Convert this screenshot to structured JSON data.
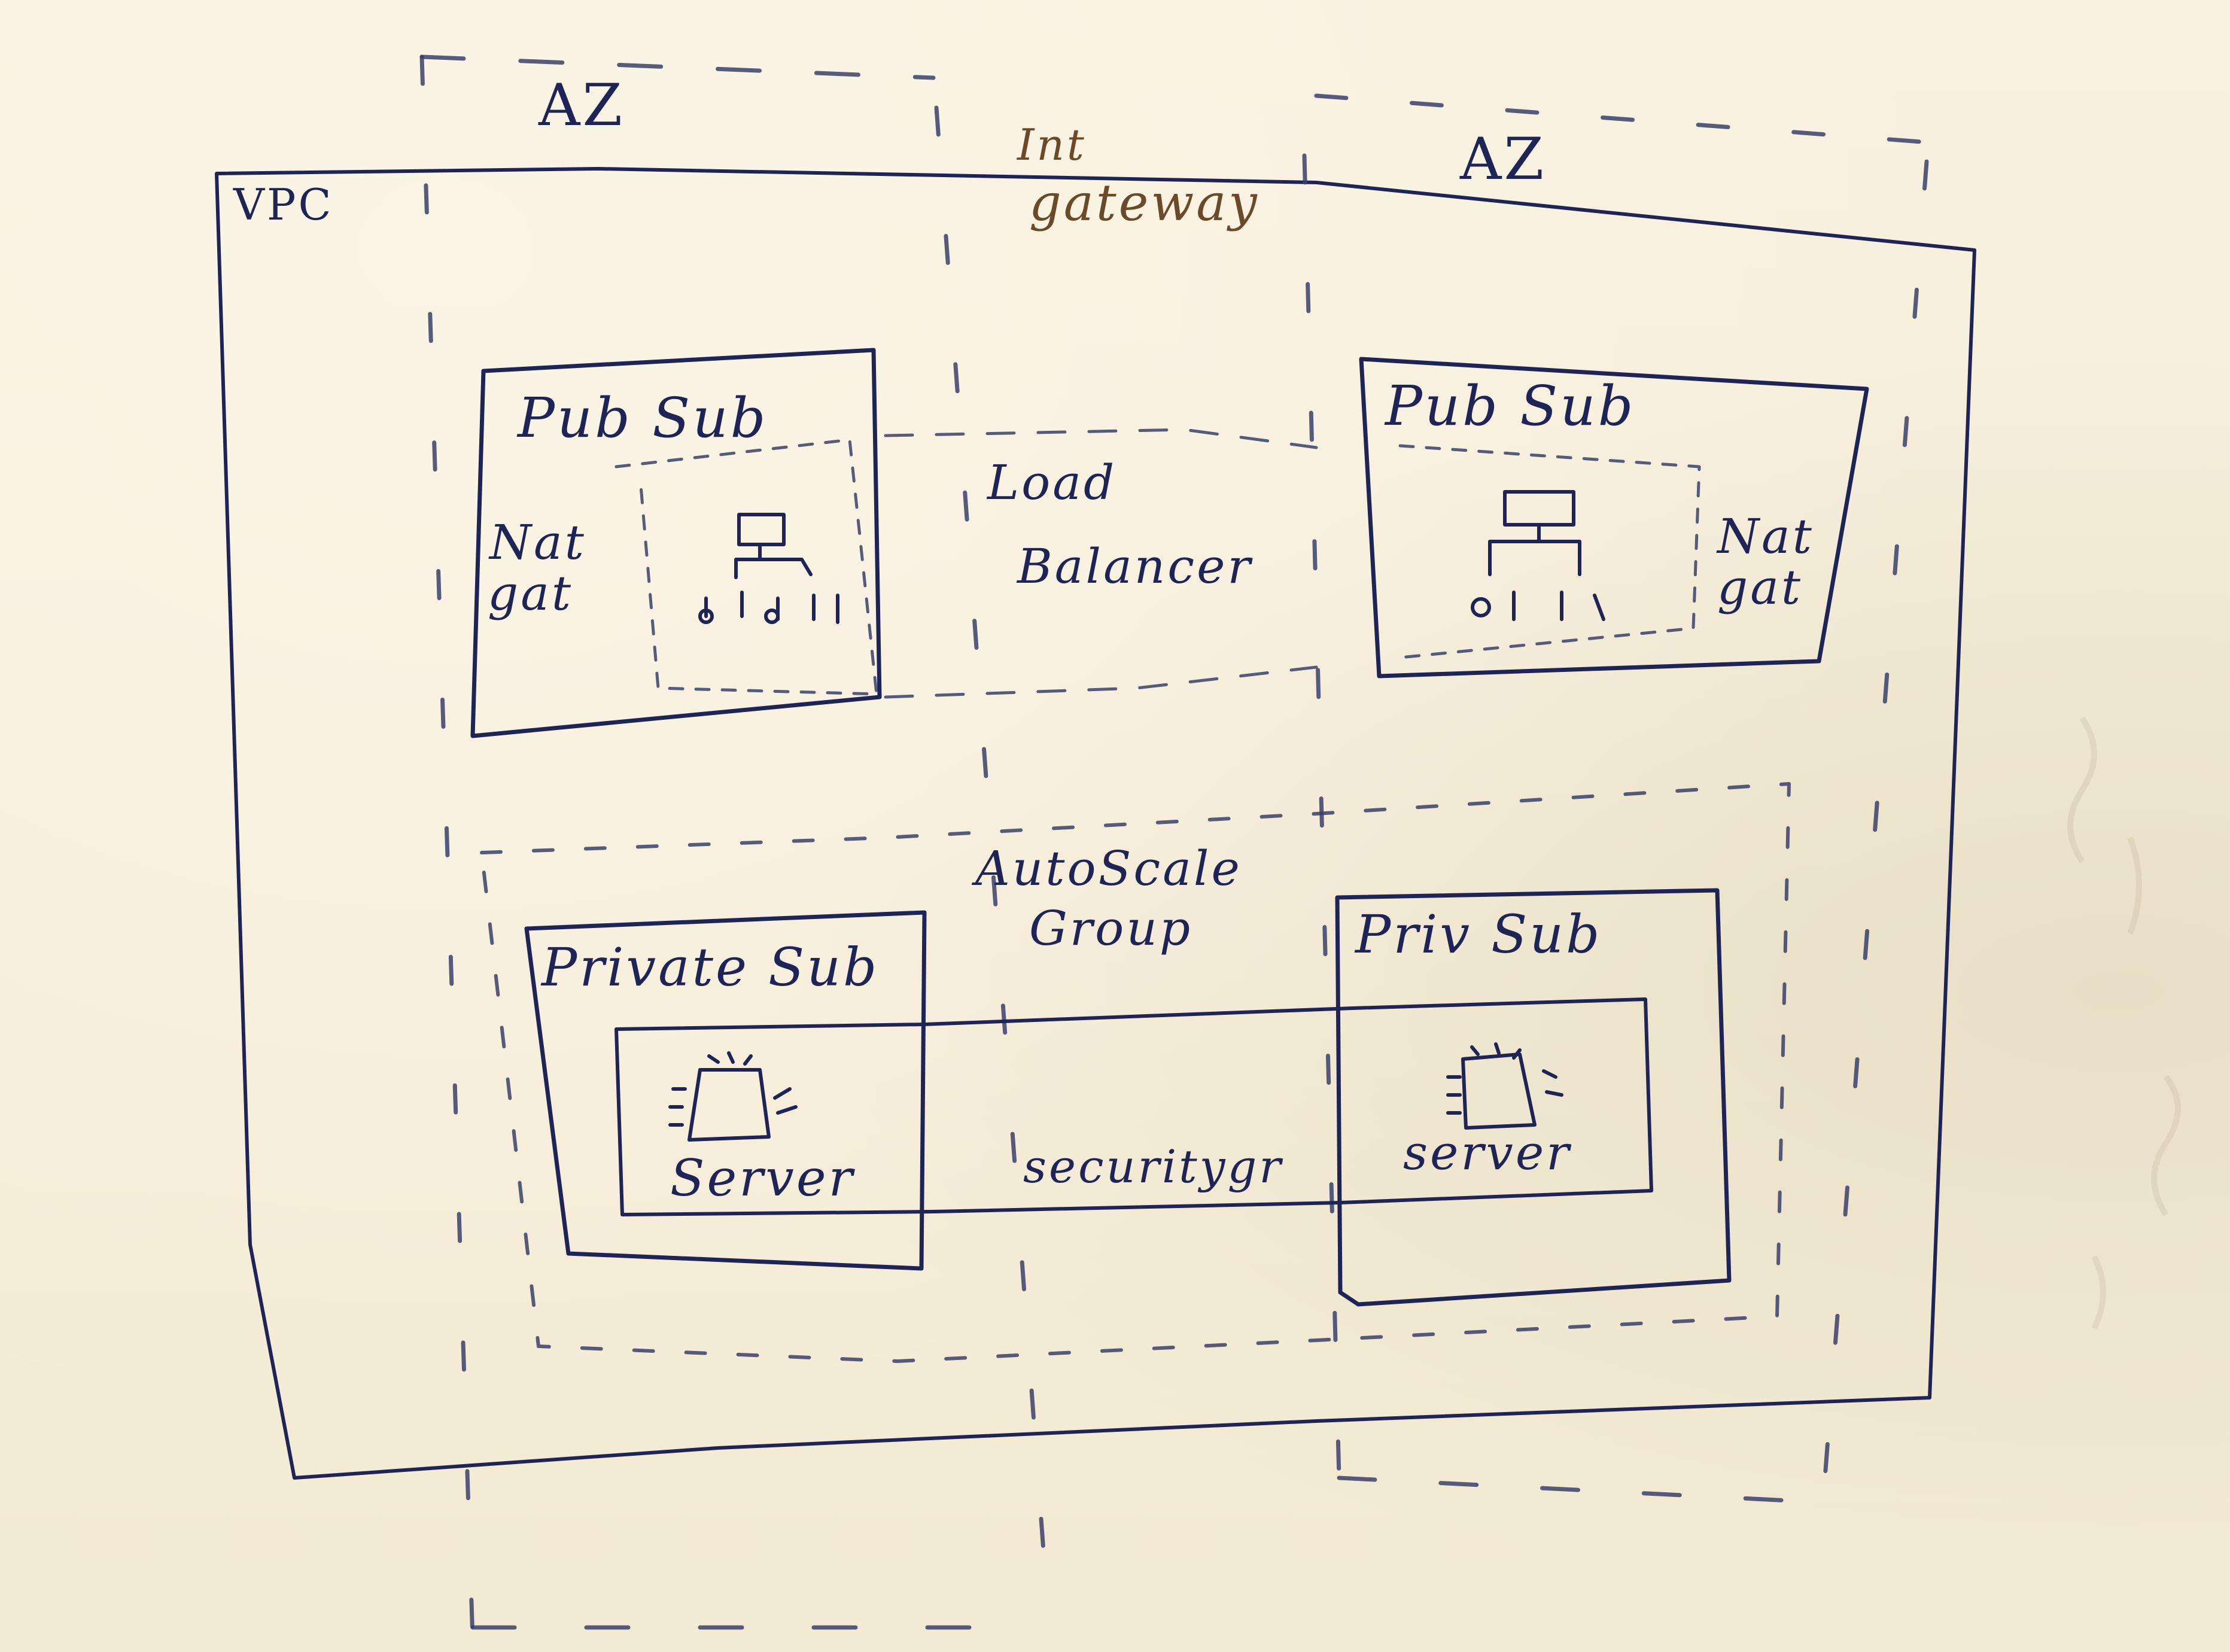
{
  "diagram": {
    "labels": {
      "az_left": "AZ",
      "az_right": "AZ",
      "vpc": "VPC",
      "internet_gateway": [
        "Int",
        "gateway"
      ],
      "pub_sub_left": "Pub Sub",
      "pub_sub_right": "Pub Sub",
      "nat_left": [
        "Nat",
        "gat"
      ],
      "nat_right": [
        "Nat",
        "gat"
      ],
      "load_balancer": [
        "Load",
        "Balancer"
      ],
      "autoscale_group": [
        "AutoScale",
        "Group"
      ],
      "private_sub_left": "Private Sub",
      "private_sub_right": "Priv Sub",
      "server_left": "Server",
      "server_right": "server",
      "security_group": "securitygr"
    },
    "icons": [
      "load-balancer-icon",
      "load-balancer-icon",
      "server-icon",
      "server-icon"
    ],
    "ink_color": "#1e2556",
    "pencil_color": "#6b4a2a",
    "paper_color": "#f6eedb"
  }
}
